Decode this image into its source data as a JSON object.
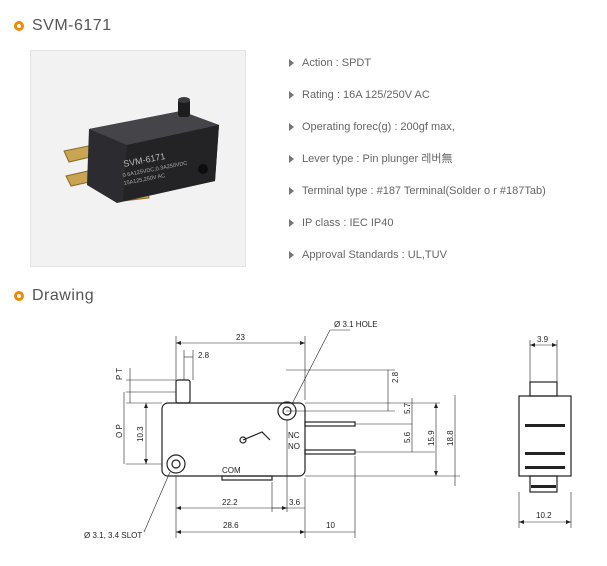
{
  "product": {
    "title": "SVM-6171",
    "photo_label": {
      "model": "SVM-6171",
      "line1": "0.6A125VDC,0.3A250VDC",
      "line2": "15A125,250V AC"
    }
  },
  "specs": [
    "Action : SPDT",
    "Rating : 16A 125/250V AC",
    "Operating forec(g) : 200gf max,",
    "Lever type : Pin plunger 레버無",
    "Terminal type : #187 Terminal(Solder o r #187Tab)",
    "IP class : IEC IP40",
    "Approval Standards : UL,TUV"
  ],
  "drawing": {
    "title": "Drawing",
    "labels": {
      "d23": "23",
      "d28a": "2.8",
      "hole": "Ø 3.1 HOLE",
      "pt": "P T",
      "op": "O P",
      "d103": "10.3",
      "d28b": "2.8",
      "d57": "5.7",
      "d56": "5.6",
      "d159": "15.9",
      "d188": "18.8",
      "nc": "NC",
      "no": "NO",
      "com": "COM",
      "d222": "22.2",
      "d36": "3.6",
      "d286": "28.6",
      "d10": "10",
      "slot": "Ø 3.1, 3.4 SLOT",
      "d39": "3.9",
      "d102": "10.2"
    }
  }
}
